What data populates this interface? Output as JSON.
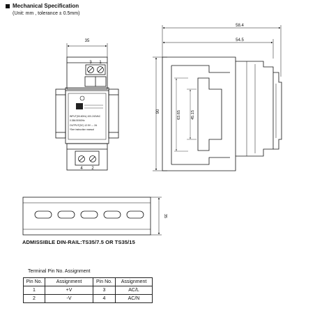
{
  "header": {
    "title": "Mechanical Specification"
  },
  "unit_note": "(Unit: mm , tolerance ± 0.5mm)",
  "front_view": {
    "width_dim": "35",
    "top_pins": [
      "3",
      "1"
    ],
    "bottom_pins": [
      "4",
      "2"
    ],
    "label_lines": [
      "INPUT(50-60Hz) 100-240VAC",
      "0.38A 50/60Hz",
      "OUTPUT(DC) 12.5V --- 2A",
      "*See instruction manual"
    ]
  },
  "side_view": {
    "dim_top": "58.4",
    "dim_second": "54.5",
    "dim_height": "90",
    "dim_inner1": "63.65",
    "dim_inner2": "45.15"
  },
  "rail": {
    "dim_right": "35",
    "caption": "ADMISSIBLE DIN-RAIL:TS35/7.5 OR TS35/15"
  },
  "terminal": {
    "title": "Terminal Pin No.  Assignment",
    "headers": [
      "Pin No.",
      "Assignment",
      "Pin No.",
      "Assignment"
    ],
    "rows": [
      [
        "1",
        "+V",
        "3",
        "AC/L"
      ],
      [
        "2",
        "-V",
        "4",
        "AC/N"
      ]
    ]
  }
}
